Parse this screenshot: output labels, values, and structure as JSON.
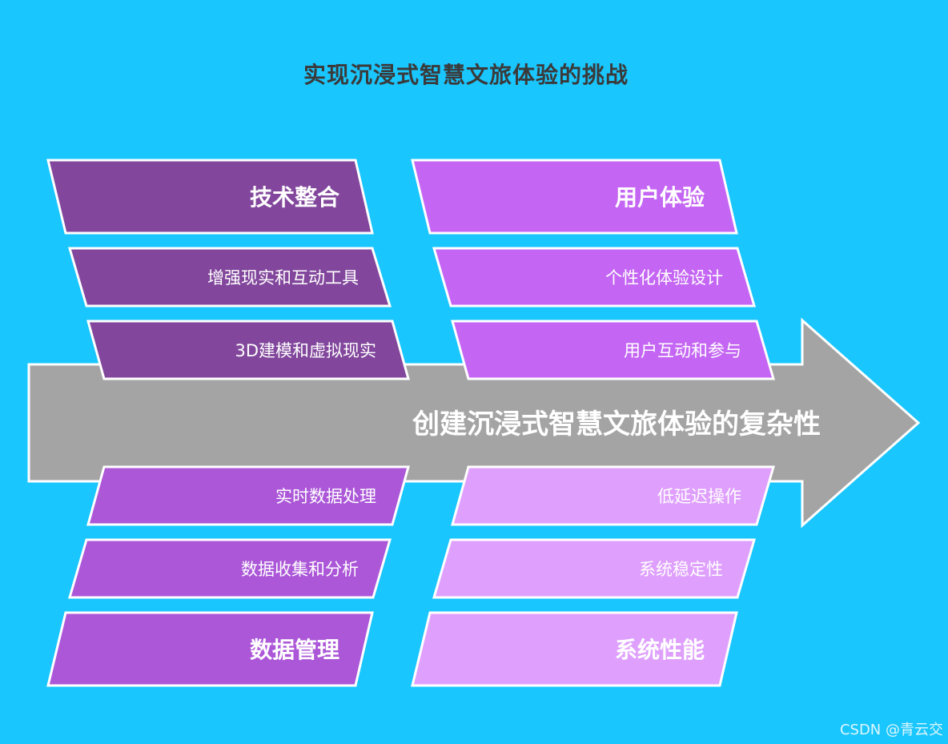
{
  "title": "实现沉浸式智慧文旅体验的挑战",
  "arrow_label": "创建沉浸式智慧文旅体验的复杂性",
  "colors": {
    "background": "#1ac6fe",
    "arrow": "#a4a4a4",
    "tech": "#82479c",
    "data": "#ab57d8",
    "user": "#c466f3",
    "system": "#dfa0fd"
  },
  "categories": {
    "tech": {
      "heading": "技术整合",
      "items": [
        "增强现实和互动工具",
        "3D建模和虚拟现实"
      ]
    },
    "data": {
      "heading": "数据管理",
      "items": [
        "实时数据处理",
        "数据收集和分析"
      ]
    },
    "user": {
      "heading": "用户体验",
      "items": [
        "个性化体验设计",
        "用户互动和参与"
      ]
    },
    "system": {
      "heading": "系统性能",
      "items": [
        "低延迟操作",
        "系统稳定性"
      ]
    }
  },
  "watermark": "CSDN @青云交"
}
